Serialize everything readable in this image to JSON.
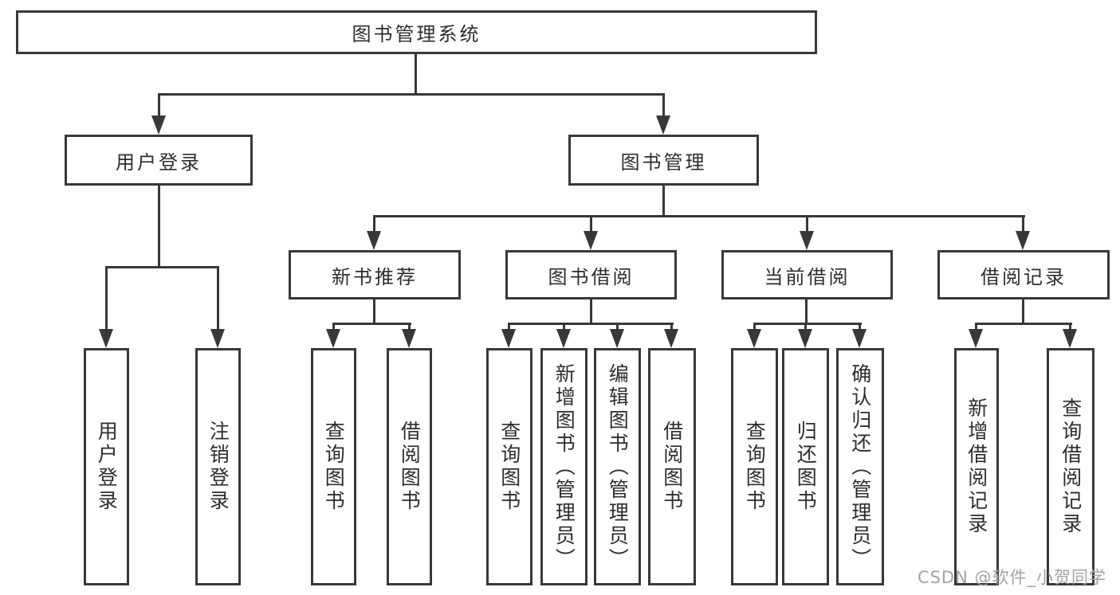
{
  "colors": {
    "line": "#383838",
    "box_border": "#383838",
    "text": "#2d2d2d",
    "background": "#ffffff",
    "watermark_text": "#a3a3a3"
  },
  "watermark": "CSDN @软件_小贺同学",
  "tree": {
    "root": "图书管理系统",
    "children": [
      {
        "label": "用户登录",
        "children": [
          {
            "label": "用户登录"
          },
          {
            "label": "注销登录"
          }
        ]
      },
      {
        "label": "图书管理",
        "children": [
          {
            "label": "新书推荐",
            "children": [
              {
                "label": "查询图书"
              },
              {
                "label": "借阅图书"
              }
            ]
          },
          {
            "label": "图书借阅",
            "children": [
              {
                "label": "查询图书"
              },
              {
                "label": "新增图书（管理员）"
              },
              {
                "label": "编辑图书（管理员）"
              },
              {
                "label": "借阅图书"
              }
            ]
          },
          {
            "label": "当前借阅",
            "children": [
              {
                "label": "查询图书"
              },
              {
                "label": "归还图书"
              },
              {
                "label": "确认归还（管理员）"
              }
            ]
          },
          {
            "label": "借阅记录",
            "children": [
              {
                "label": "新增借阅记录"
              },
              {
                "label": "查询借阅记录"
              }
            ]
          }
        ]
      }
    ]
  }
}
